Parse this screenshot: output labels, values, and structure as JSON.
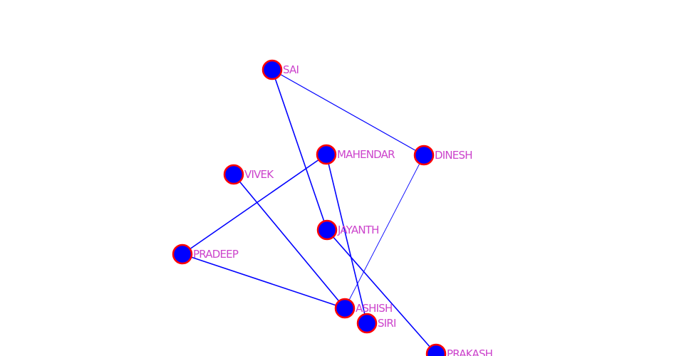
{
  "colors": {
    "node_fill": "#0000ff",
    "node_stroke": "#ff0000",
    "edge": "#0000ff",
    "label": "#cc44cc"
  },
  "nodes": [
    {
      "id": "sai",
      "label": "SAI"
    },
    {
      "id": "mahendar",
      "label": "MAHENDAR"
    },
    {
      "id": "dinesh",
      "label": "DINESH"
    },
    {
      "id": "vivek",
      "label": "VIVEK"
    },
    {
      "id": "jayanth",
      "label": "JAYANTH"
    },
    {
      "id": "pradeep",
      "label": "PRADEEP"
    },
    {
      "id": "ashish",
      "label": "ASHISH"
    },
    {
      "id": "siri",
      "label": "SIRI"
    },
    {
      "id": "prakash",
      "label": "PRAKASH"
    }
  ],
  "edges": [
    {
      "from": "sai",
      "to": "dinesh"
    },
    {
      "from": "sai",
      "to": "jayanth"
    },
    {
      "from": "dinesh",
      "to": "ashish"
    },
    {
      "from": "mahendar",
      "to": "pradeep"
    },
    {
      "from": "mahendar",
      "to": "siri"
    },
    {
      "from": "vivek",
      "to": "ashish"
    },
    {
      "from": "pradeep",
      "to": "ashish"
    },
    {
      "from": "jayanth",
      "to": "prakash"
    }
  ]
}
